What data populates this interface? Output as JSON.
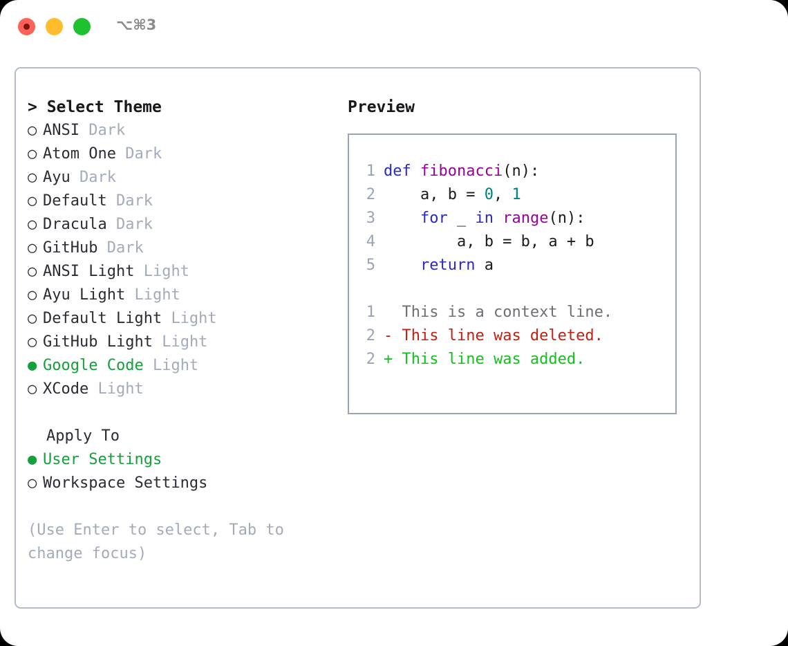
{
  "titlebar": {
    "shortcut": "⌥⌘3",
    "buttons": {
      "close": "close",
      "minimize": "minimize",
      "maximize": "maximize"
    }
  },
  "left": {
    "header": "> Select Theme",
    "themes": [
      {
        "marker": "○",
        "name": "ANSI",
        "tag": "Dark",
        "selected": false
      },
      {
        "marker": "○",
        "name": "Atom One",
        "tag": "Dark",
        "selected": false
      },
      {
        "marker": "○",
        "name": "Ayu",
        "tag": "Dark",
        "selected": false
      },
      {
        "marker": "○",
        "name": "Default",
        "tag": "Dark",
        "selected": false
      },
      {
        "marker": "○",
        "name": "Dracula",
        "tag": "Dark",
        "selected": false
      },
      {
        "marker": "○",
        "name": "GitHub",
        "tag": "Dark",
        "selected": false
      },
      {
        "marker": "○",
        "name": "ANSI Light",
        "tag": "Light",
        "selected": false
      },
      {
        "marker": "○",
        "name": "Ayu Light",
        "tag": "Light",
        "selected": false
      },
      {
        "marker": "○",
        "name": "Default Light",
        "tag": "Light",
        "selected": false
      },
      {
        "marker": "○",
        "name": "GitHub Light",
        "tag": "Light",
        "selected": false
      },
      {
        "marker": "●",
        "name": "Google Code",
        "tag": "Light",
        "selected": true
      },
      {
        "marker": "○",
        "name": "XCode",
        "tag": "Light",
        "selected": false
      }
    ],
    "apply_to": {
      "title": "Apply To",
      "options": [
        {
          "marker": "●",
          "name": "User Settings",
          "selected": true
        },
        {
          "marker": "○",
          "name": "Workspace Settings",
          "selected": false
        }
      ]
    },
    "hint": "(Use Enter to select, Tab to change focus)"
  },
  "right": {
    "header": "Preview",
    "code": {
      "lines": [
        {
          "num": "1",
          "segments": [
            {
              "text": "def ",
              "style": "kw"
            },
            {
              "text": "fibonacci",
              "style": "fn"
            },
            {
              "text": "(n):",
              "style": "plain"
            }
          ]
        },
        {
          "num": "2",
          "segments": [
            {
              "text": "    a, b = ",
              "style": "plain"
            },
            {
              "text": "0",
              "style": "num"
            },
            {
              "text": ", ",
              "style": "plain"
            },
            {
              "text": "1",
              "style": "num"
            }
          ]
        },
        {
          "num": "3",
          "segments": [
            {
              "text": "    ",
              "style": "plain"
            },
            {
              "text": "for",
              "style": "kw"
            },
            {
              "text": " _ ",
              "style": "plain"
            },
            {
              "text": "in",
              "style": "kw"
            },
            {
              "text": " ",
              "style": "plain"
            },
            {
              "text": "range",
              "style": "fn"
            },
            {
              "text": "(n):",
              "style": "plain"
            }
          ]
        },
        {
          "num": "4",
          "segments": [
            {
              "text": "        a, b = b, a + b",
              "style": "plain"
            }
          ]
        },
        {
          "num": "5",
          "segments": [
            {
              "text": "    ",
              "style": "plain"
            },
            {
              "text": "return",
              "style": "kw"
            },
            {
              "text": " a",
              "style": "plain"
            }
          ]
        }
      ],
      "diff": [
        {
          "num": "1",
          "prefix": "  ",
          "text": "This is a context line.",
          "style": "diff-ctx"
        },
        {
          "num": "2",
          "prefix": "- ",
          "text": "This line was deleted.",
          "style": "diff-del"
        },
        {
          "num": "2",
          "prefix": "+ ",
          "text": "This line was added.",
          "style": "diff-add"
        }
      ]
    }
  },
  "colors": {
    "accent_green": "#14a03a",
    "keyword_blue": "#2929c7",
    "function_magenta": "#990099",
    "number_teal": "#007f7f",
    "tag_gray": "#a3abba",
    "line_number_gray": "#99a3b3",
    "diff_added_green": "#11c21b",
    "diff_deleted_red": "#c41f10",
    "panel_border": "#b4bcc9",
    "preview_border": "#9aa4b4"
  }
}
